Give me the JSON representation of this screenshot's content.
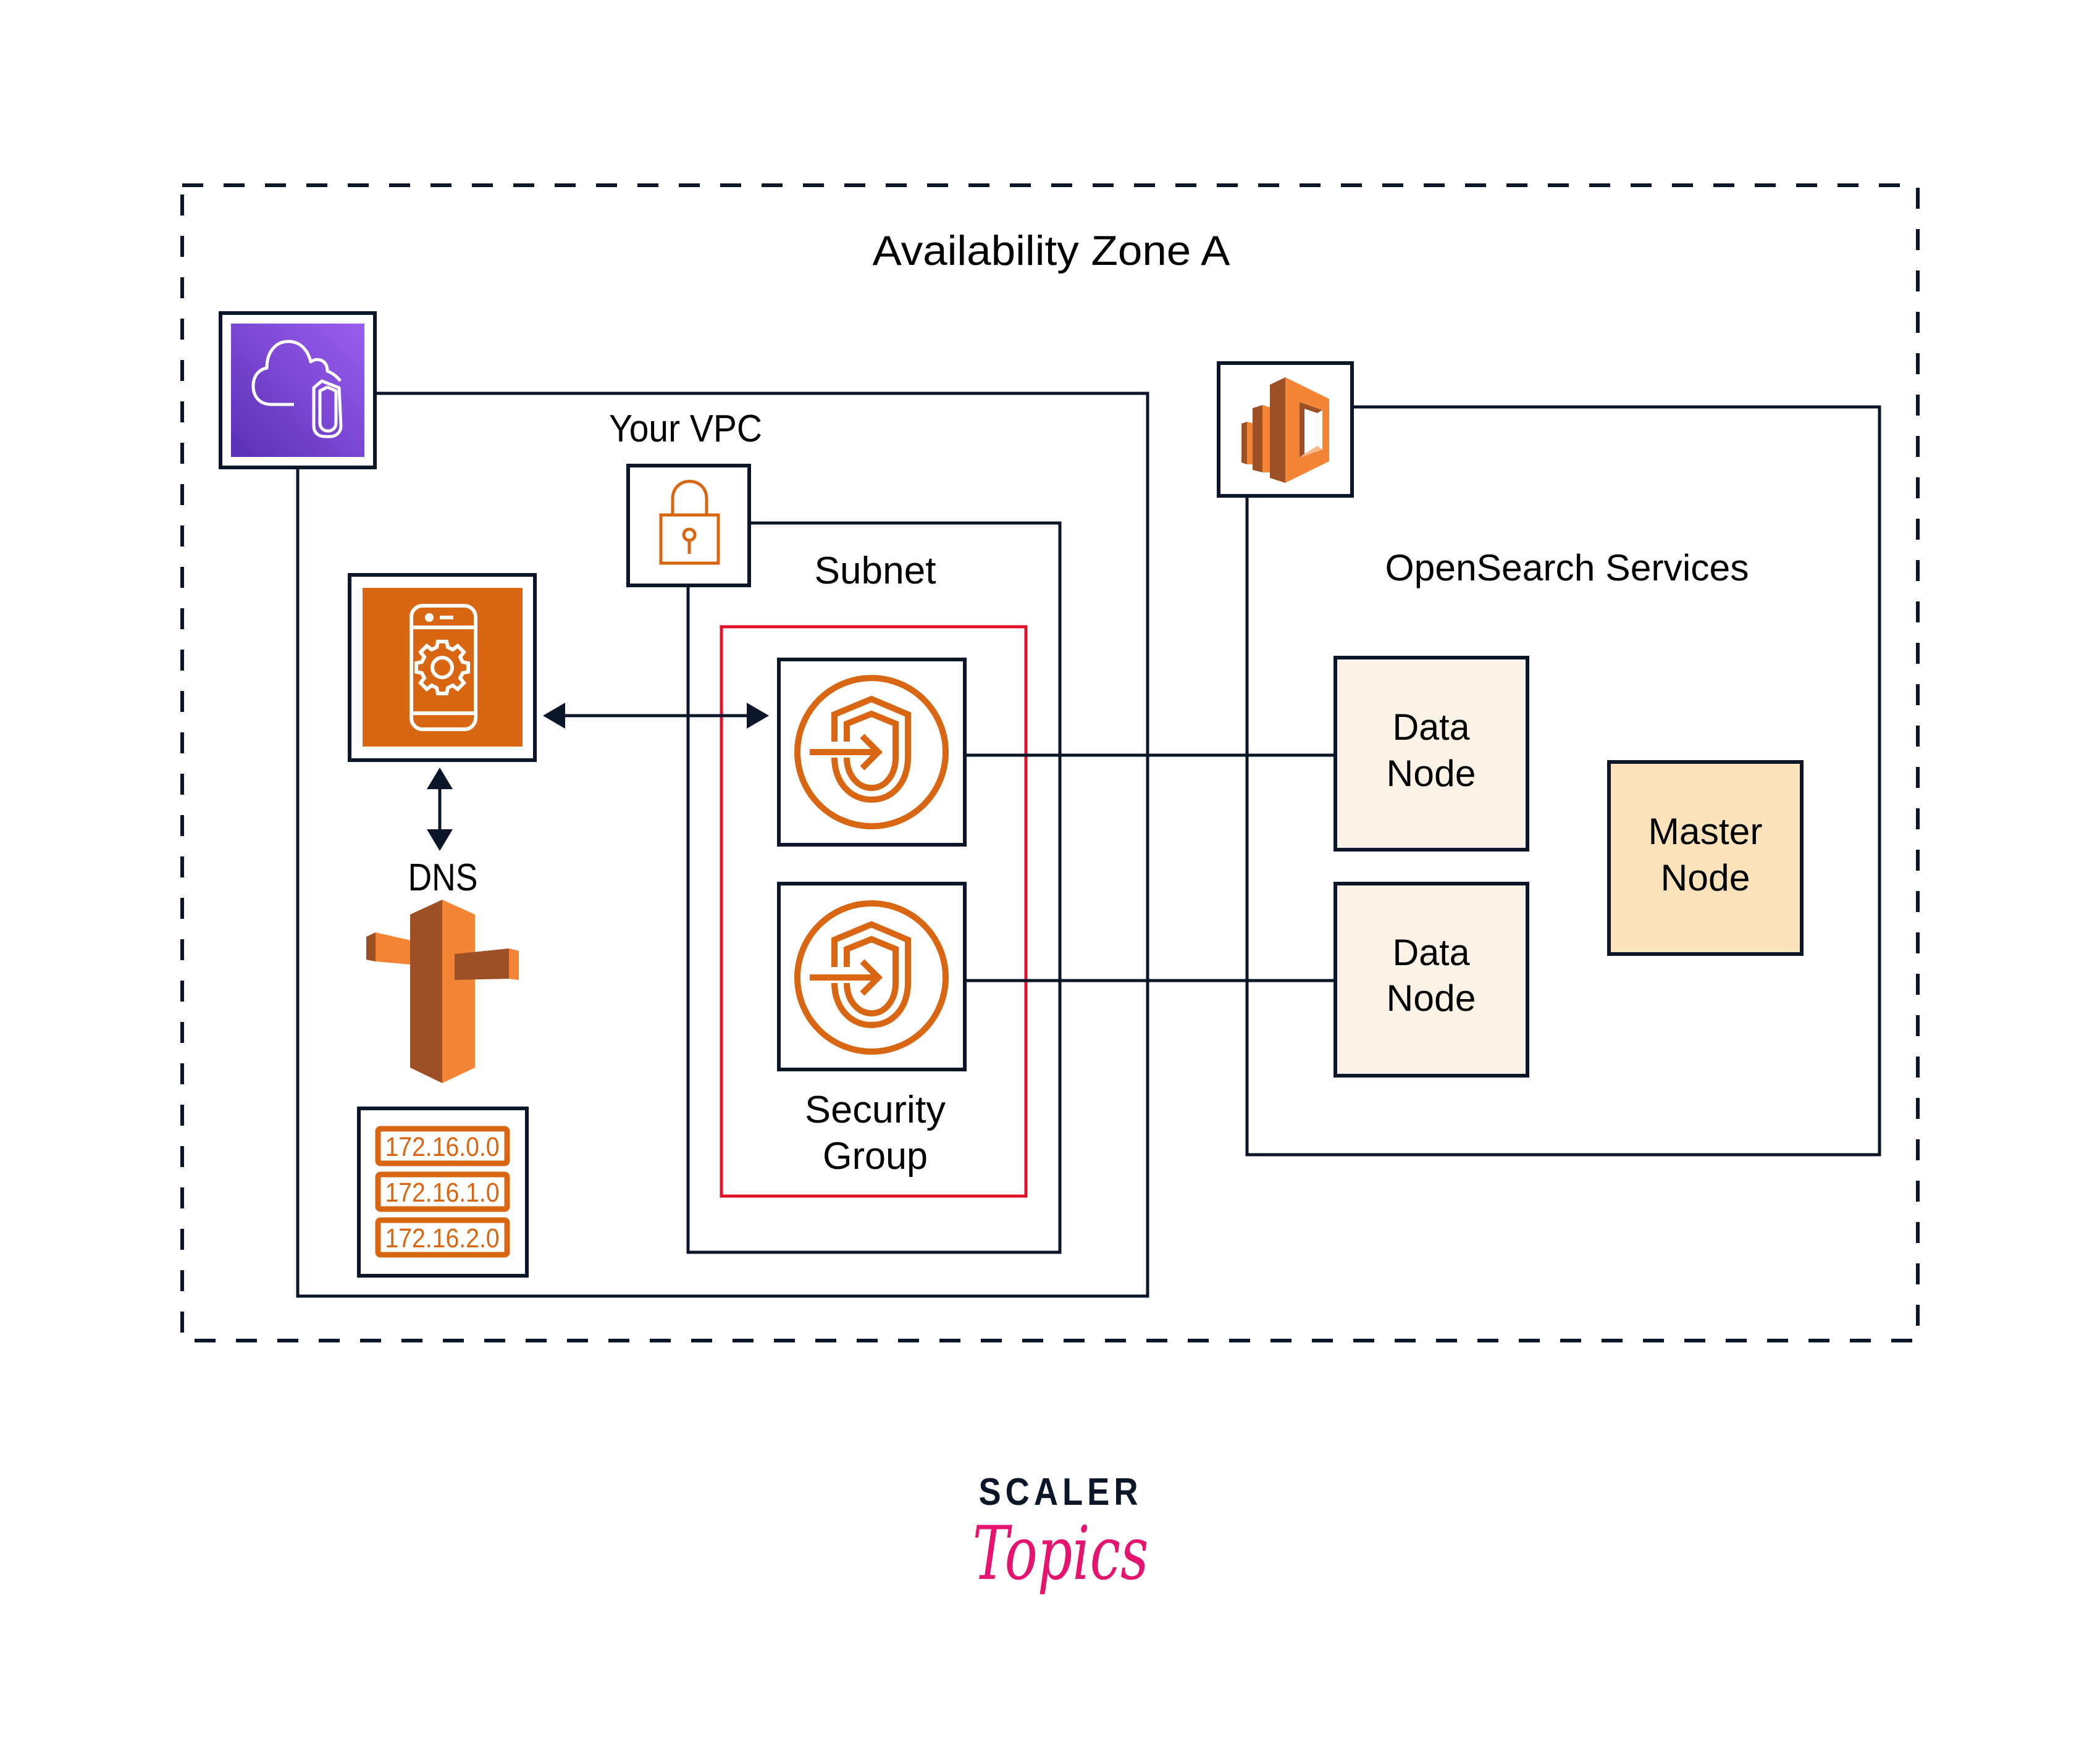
{
  "diagram": {
    "availability_zone": {
      "label": "Availability Zone A",
      "border_style": "dashed"
    },
    "vpc": {
      "label": "Your VPC",
      "icon": "vpc-cloud-shield-icon",
      "icon_color": "#7b4ad9"
    },
    "subnet": {
      "label": "Subnet",
      "icon": "padlock-icon"
    },
    "security_group": {
      "label_line1": "Security",
      "label_line2": "Group",
      "border_color": "#e0112b",
      "endpoints": [
        {
          "icon": "shield-endpoint-icon"
        },
        {
          "icon": "shield-endpoint-icon"
        }
      ]
    },
    "client_app": {
      "icon": "mobile-app-gear-icon",
      "color": "#d86613"
    },
    "dns": {
      "label": "DNS",
      "icon": "route53-dns-icon",
      "ip_addresses": [
        "172.16.0.0",
        "172.16.1.0",
        "172.16.2.0"
      ]
    },
    "opensearch": {
      "label": "OpenSearch Services",
      "icon": "opensearch-service-icon",
      "data_nodes": [
        {
          "line1": "Data",
          "line2": "Node",
          "fill": "#fdf3e6"
        },
        {
          "line1": "Data",
          "line2": "Node",
          "fill": "#fdf3e6"
        }
      ],
      "master_node": {
        "line1": "Master",
        "line2": "Node",
        "fill": "#fde3bb"
      }
    },
    "connections": [
      {
        "from": "client_app",
        "to": "security_group",
        "type": "bidirectional-arrow"
      },
      {
        "from": "client_app",
        "to": "dns",
        "type": "bidirectional-arrow"
      },
      {
        "from": "security_group.endpoints.0",
        "to": "opensearch.data_nodes.0",
        "type": "line"
      },
      {
        "from": "security_group.endpoints.1",
        "to": "opensearch.data_nodes.1",
        "type": "line"
      }
    ]
  },
  "branding": {
    "line1": "SCALER",
    "line2": "Topics",
    "line1_color": "#0b1629",
    "line2_color": "#e5156f"
  },
  "colors": {
    "line": "#0b1629",
    "aws_orange": "#d86613",
    "aws_orange_light": "#f58536",
    "aws_orange_dark": "#9d5025",
    "vpc_purple_top": "#9b5ef0",
    "vpc_purple_bottom": "#5a30b5"
  }
}
